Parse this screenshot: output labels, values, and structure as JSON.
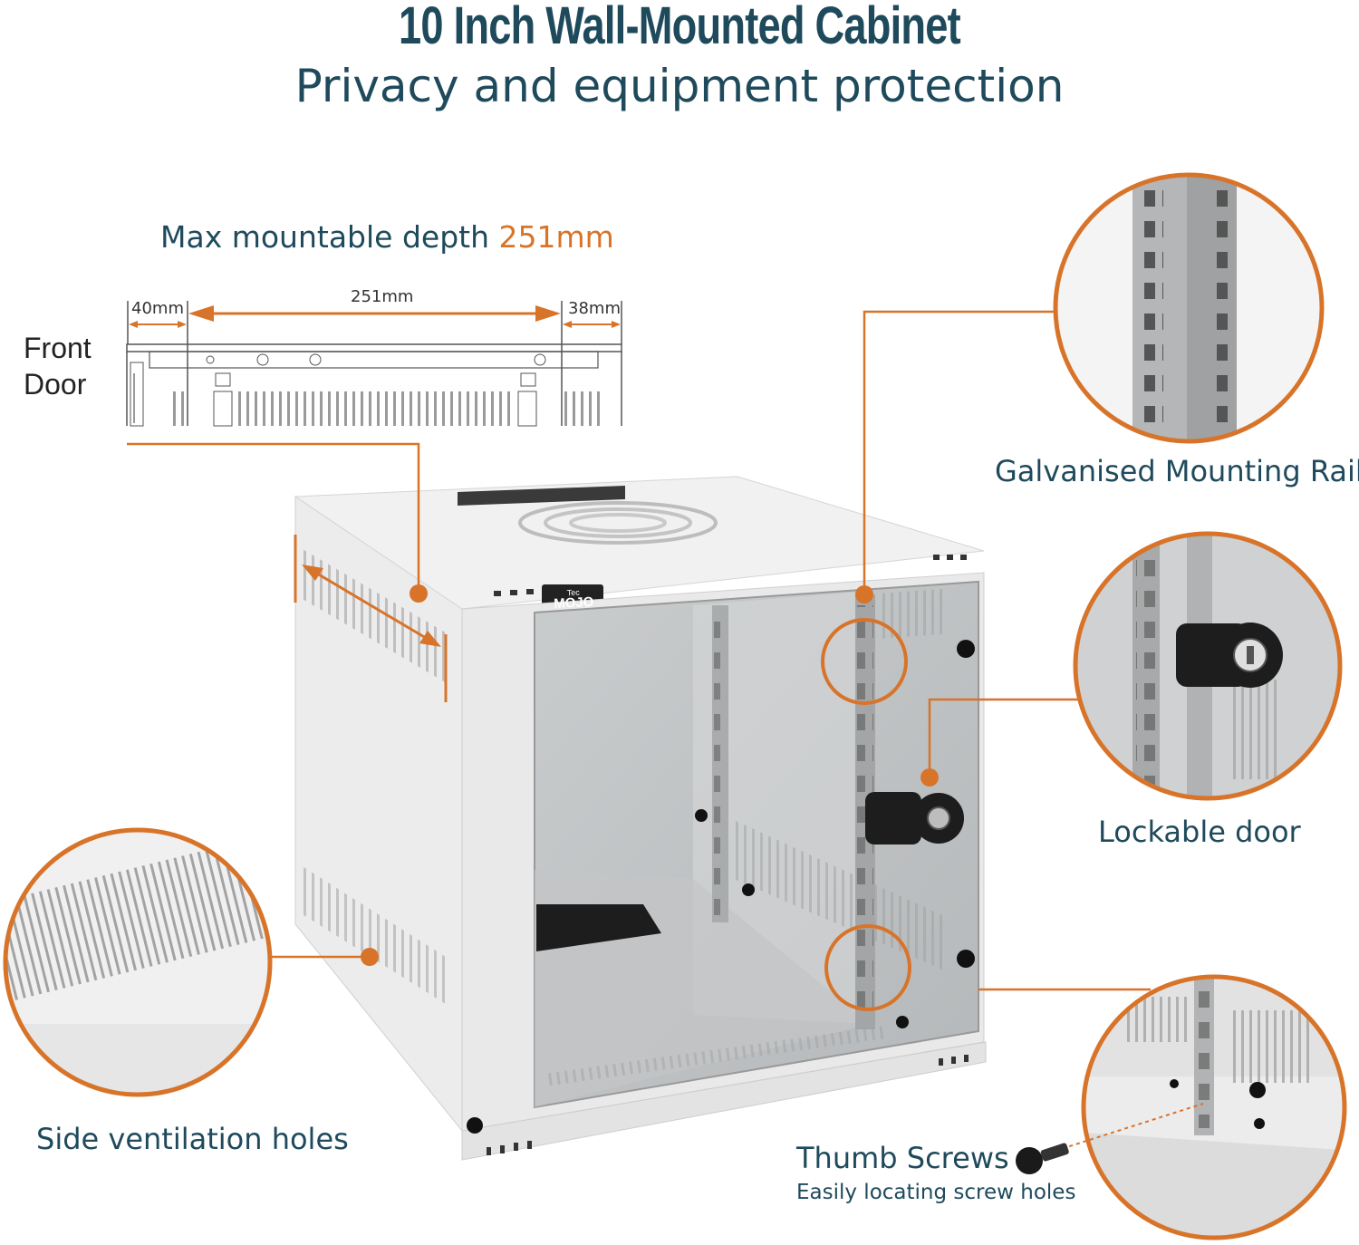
{
  "header": {
    "title": "10 Inch Wall-Mounted Cabinet",
    "subtitle": "Privacy and equipment protection"
  },
  "depth": {
    "label_prefix": "Max mountable depth",
    "label_value": "251mm",
    "dim_front": "40mm",
    "dim_mid": "251mm",
    "dim_rear": "38mm",
    "front_door_line1": "Front",
    "front_door_line2": "Door"
  },
  "brand": {
    "logo_small": "Tec",
    "logo_big": "MOJO"
  },
  "callouts": {
    "rail": "Galvanised Mounting Rail",
    "lock": "Lockable door",
    "vent": "Side ventilation holes",
    "thumb_title": "Thumb Screws",
    "thumb_sub": "Easily locating screw holes"
  },
  "colors": {
    "accent": "#d8742a",
    "heading": "#1f4a5c"
  }
}
